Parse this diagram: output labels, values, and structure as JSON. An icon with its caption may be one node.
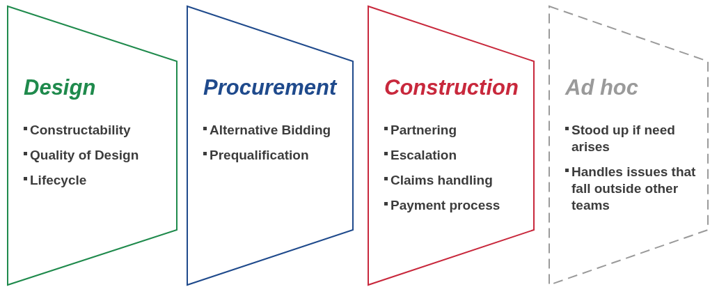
{
  "diagram": {
    "nodes": [
      {
        "text": [
          "Design",
          "Constructability",
          "Quality of Design",
          "Lifecycle"
        ]
      },
      {
        "text": [
          "Procurement",
          "Alternative Bidding",
          "Prequalification"
        ]
      },
      {
        "text": [
          "Construction",
          "Partnering",
          "Escalation",
          "Claims handling",
          "Payment process"
        ]
      },
      {
        "text": [
          "Ad hoc",
          "Stood up if need arises",
          "Handles issues that fall outside other teams"
        ]
      }
    ]
  }
}
